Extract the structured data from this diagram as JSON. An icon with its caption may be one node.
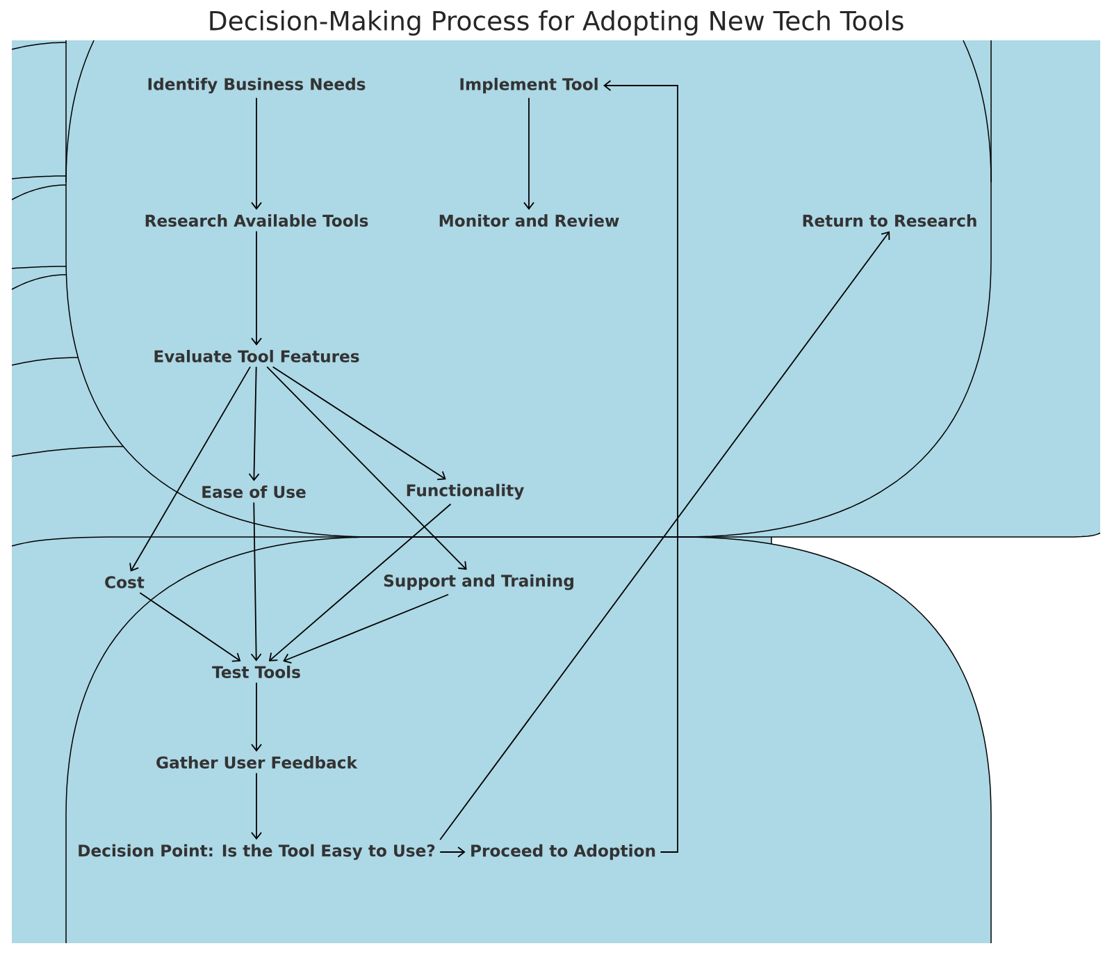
{
  "diagram": {
    "title": "Decision-Making Process for Adopting New Tech Tools",
    "nodes": [
      {
        "text": [
          "Identify Business Needs"
        ]
      },
      {
        "text": [
          "Research Available Tools"
        ]
      },
      {
        "text": [
          "Evaluate Tool Features"
        ]
      },
      {
        "text": [
          "Ease of Use"
        ]
      },
      {
        "text": [
          "Functionality"
        ]
      },
      {
        "text": [
          "Cost"
        ]
      },
      {
        "text": [
          "Support and Training"
        ]
      },
      {
        "text": [
          "Test Tools"
        ]
      },
      {
        "text": [
          "Gather User Feedback"
        ]
      },
      {
        "text": [
          "Decision Point: Is the Tool Easy to Use?"
        ]
      },
      {
        "text": [
          "Proceed to Adoption"
        ]
      },
      {
        "text": [
          "Implement Tool"
        ]
      },
      {
        "text": [
          "Monitor and Review"
        ]
      },
      {
        "text": [
          "Return to Research"
        ]
      }
    ],
    "edges": [
      {
        "from": 0,
        "to": 1,
        "arrow": "to"
      },
      {
        "from": 1,
        "to": 2,
        "arrow": "to"
      },
      {
        "from": 2,
        "to": 3,
        "arrow": "to"
      },
      {
        "from": 2,
        "to": 4,
        "arrow": "to"
      },
      {
        "from": 2,
        "to": 5,
        "arrow": "to"
      },
      {
        "from": 2,
        "to": 6,
        "arrow": "to"
      },
      {
        "from": 3,
        "to": 7,
        "arrow": "to"
      },
      {
        "from": 4,
        "to": 7,
        "arrow": "to"
      },
      {
        "from": 5,
        "to": 7,
        "arrow": "to"
      },
      {
        "from": 6,
        "to": 7,
        "arrow": "to"
      },
      {
        "from": 7,
        "to": 8,
        "arrow": "to"
      },
      {
        "from": 8,
        "to": 9,
        "arrow": "to"
      },
      {
        "from": 9,
        "to": 10,
        "arrow": "to"
      },
      {
        "from": 9,
        "to": 13,
        "arrow": "to"
      },
      {
        "from": 10,
        "to": 11,
        "arrow": "to"
      },
      {
        "from": 11,
        "to": 12,
        "arrow": "to"
      }
    ]
  }
}
